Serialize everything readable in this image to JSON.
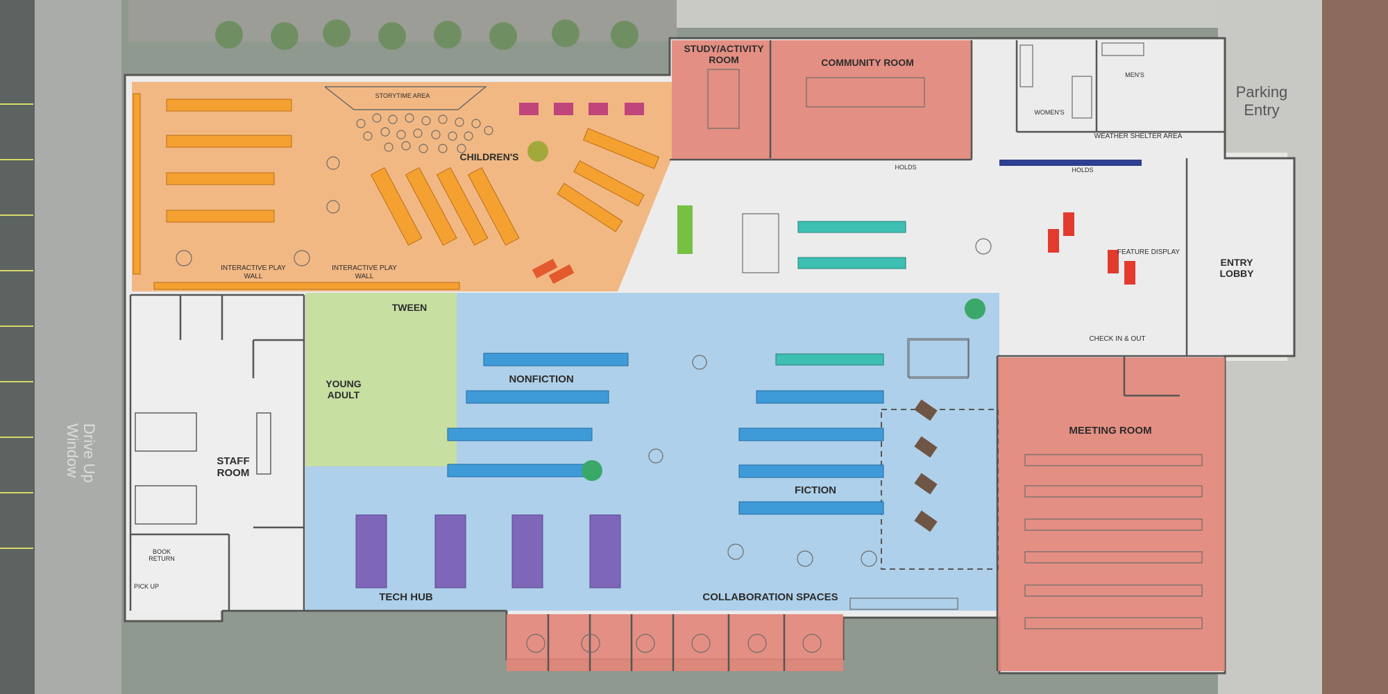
{
  "plan": {
    "rooms": {
      "study_activity": "STUDY/ACTIVITY ROOM",
      "community": "COMMUNITY ROOM",
      "storytime": "STORYTIME AREA",
      "childrens": "CHILDREN'S",
      "play_wall_1": "INTERACTIVE PLAY WALL",
      "play_wall_2": "INTERACTIVE PLAY WALL",
      "tween": "TWEEN",
      "young_adult": "YOUNG ADULT",
      "nonfiction": "NONFICTION",
      "fiction": "FICTION",
      "tech_hub": "TECH HUB",
      "collaboration": "COLLABORATION SPACES",
      "staff_room": "STAFF ROOM",
      "book_return": "BOOK RETURN",
      "pick_up": "PICK UP",
      "meeting_room": "MEETING ROOM",
      "entry_lobby": "ENTRY LOBBY",
      "mens": "MEN'S",
      "womens": "WOMEN'S",
      "weather_shelter": "WEATHER SHELTER AREA",
      "holds_1": "HOLDS",
      "holds_2": "HOLDS",
      "feature_display": "FEATURE DISPLAY",
      "check_in_out": "CHECK IN & OUT"
    },
    "outside": {
      "parking_entry": "Parking Entry",
      "drive_up_window": "Drive Up Window"
    },
    "colors": {
      "childrens": "#f2b37a",
      "study_community": "#e3877a",
      "adult_area": "#a8cde9",
      "young_adult": "#c9df9a",
      "meeting_room": "#e3877a",
      "floor": "#ececed",
      "wall": "#555555",
      "shelf_orange": "#f5a132",
      "shelf_blue": "#3f9ad8",
      "shelf_teal": "#3dbfb1",
      "table_purple": "#7e66b8",
      "table_magenta": "#c0457a",
      "feature_red": "#e33a30",
      "accent_green": "#76c043",
      "holds_navy": "#2e3f8f"
    }
  }
}
